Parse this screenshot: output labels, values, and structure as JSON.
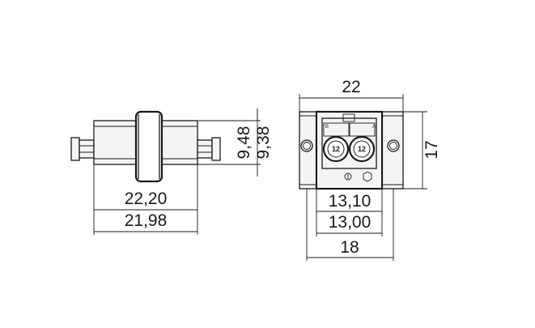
{
  "side_view": {
    "length_max": "22,20",
    "length_min": "21,98",
    "height_max": "9,48",
    "height_min": "9,38"
  },
  "front_view": {
    "flange_width": "22",
    "flange_height": "17",
    "body_width_max": "13,10",
    "body_width_min": "13,00",
    "overall_width": "18",
    "port_left_label": "12",
    "port_right_label": "12",
    "port_left_letter": "B",
    "port_right_letter": "A"
  }
}
